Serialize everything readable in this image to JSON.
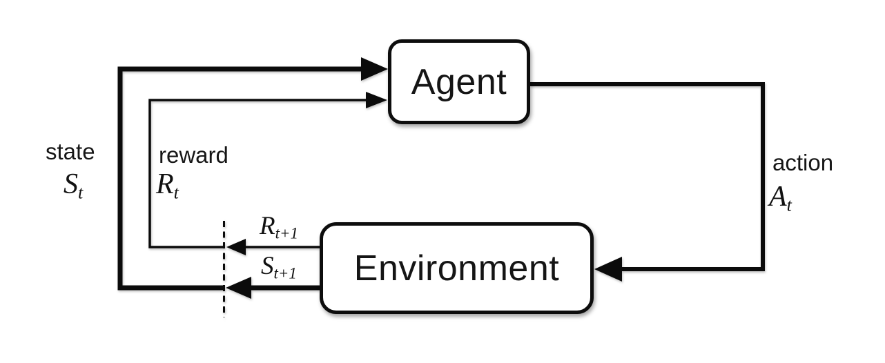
{
  "diagram": {
    "kind": "agent-environment-loop",
    "nodes": {
      "agent": {
        "label": "Agent"
      },
      "environment": {
        "label": "Environment"
      }
    },
    "labels": {
      "state": {
        "word": "state",
        "sym": "S",
        "sub": "t"
      },
      "reward": {
        "word": "reward",
        "sym": "R",
        "sub": "t"
      },
      "action": {
        "word": "action",
        "sym": "A",
        "sub": "t"
      },
      "next_reward": {
        "sym": "R",
        "sub": "t+1"
      },
      "next_state": {
        "sym": "S",
        "sub": "t+1"
      }
    },
    "colors": {
      "line": "#0b0b0b",
      "background": "#ffffff",
      "text": "#121212"
    }
  }
}
